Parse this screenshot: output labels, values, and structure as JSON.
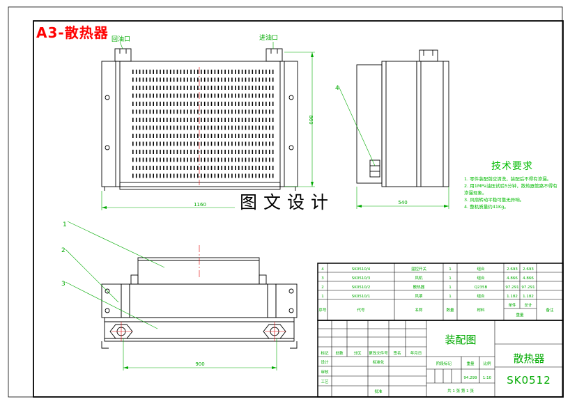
{
  "sheet": {
    "title": "A3-散热器",
    "watermark": "图文设计"
  },
  "top_view": {
    "left_port_label": "回油口",
    "right_port_label": "进油口",
    "width_dim": "1160",
    "height_dim": "860"
  },
  "side_view": {
    "part_callout": "4",
    "depth_dim": "540"
  },
  "bottom_view": {
    "callouts": [
      "1",
      "2",
      "3"
    ],
    "mount_dim": "900"
  },
  "tech_requirements": {
    "title": "技术要求",
    "notes": [
      "1. 零件装配前应清洗，装配后不得有渗漏。",
      "2. 用1MPa油压试验5分钟，散热器管路不得有渗漏现象。",
      "3. 风扇转动平稳可靠无异响。",
      "4. 整机质量约41Kg。"
    ]
  },
  "bom": {
    "rows": [
      {
        "seq": "4",
        "code": "SK0510/4",
        "name": "温控开关",
        "qty": "1",
        "material": "组合",
        "unit_weight": "2.693",
        "total_weight": "2.693",
        "remark": ""
      },
      {
        "seq": "3",
        "code": "SK0510/3",
        "name": "风机",
        "qty": "1",
        "material": "组合",
        "unit_weight": "4.866",
        "total_weight": "4.866",
        "remark": ""
      },
      {
        "seq": "2",
        "code": "SK0510/2",
        "name": "散热器",
        "qty": "1",
        "material": "Q235B",
        "unit_weight": "97.291",
        "total_weight": "97.291",
        "remark": ""
      },
      {
        "seq": "1",
        "code": "SK0510/1",
        "name": "风罩",
        "qty": "1",
        "material": "组合",
        "unit_weight": "1.182",
        "total_weight": "1.182",
        "remark": ""
      }
    ],
    "header": {
      "seq": "序号",
      "code": "代号",
      "name": "名称",
      "qty": "数量",
      "material": "材料",
      "single": "单件",
      "total": "总计",
      "weight": "重量",
      "remark": "备注"
    }
  },
  "title_block": {
    "drawing_type": "装配图",
    "part_name": "散热器",
    "drawing_number": "SK0512",
    "mark_label": "阶段标记",
    "weight_label": "重量",
    "scale_label": "比例",
    "weight_value": "94.299",
    "scale_value": "1:10",
    "sheet_info": "共 1 张  第 1 张",
    "row_labels": [
      "标记",
      "处数",
      "分区",
      "更改文件号",
      "签名",
      "年月日"
    ],
    "role_labels": [
      "设计",
      "审核",
      "工艺",
      "标准化",
      "批准"
    ]
  }
}
